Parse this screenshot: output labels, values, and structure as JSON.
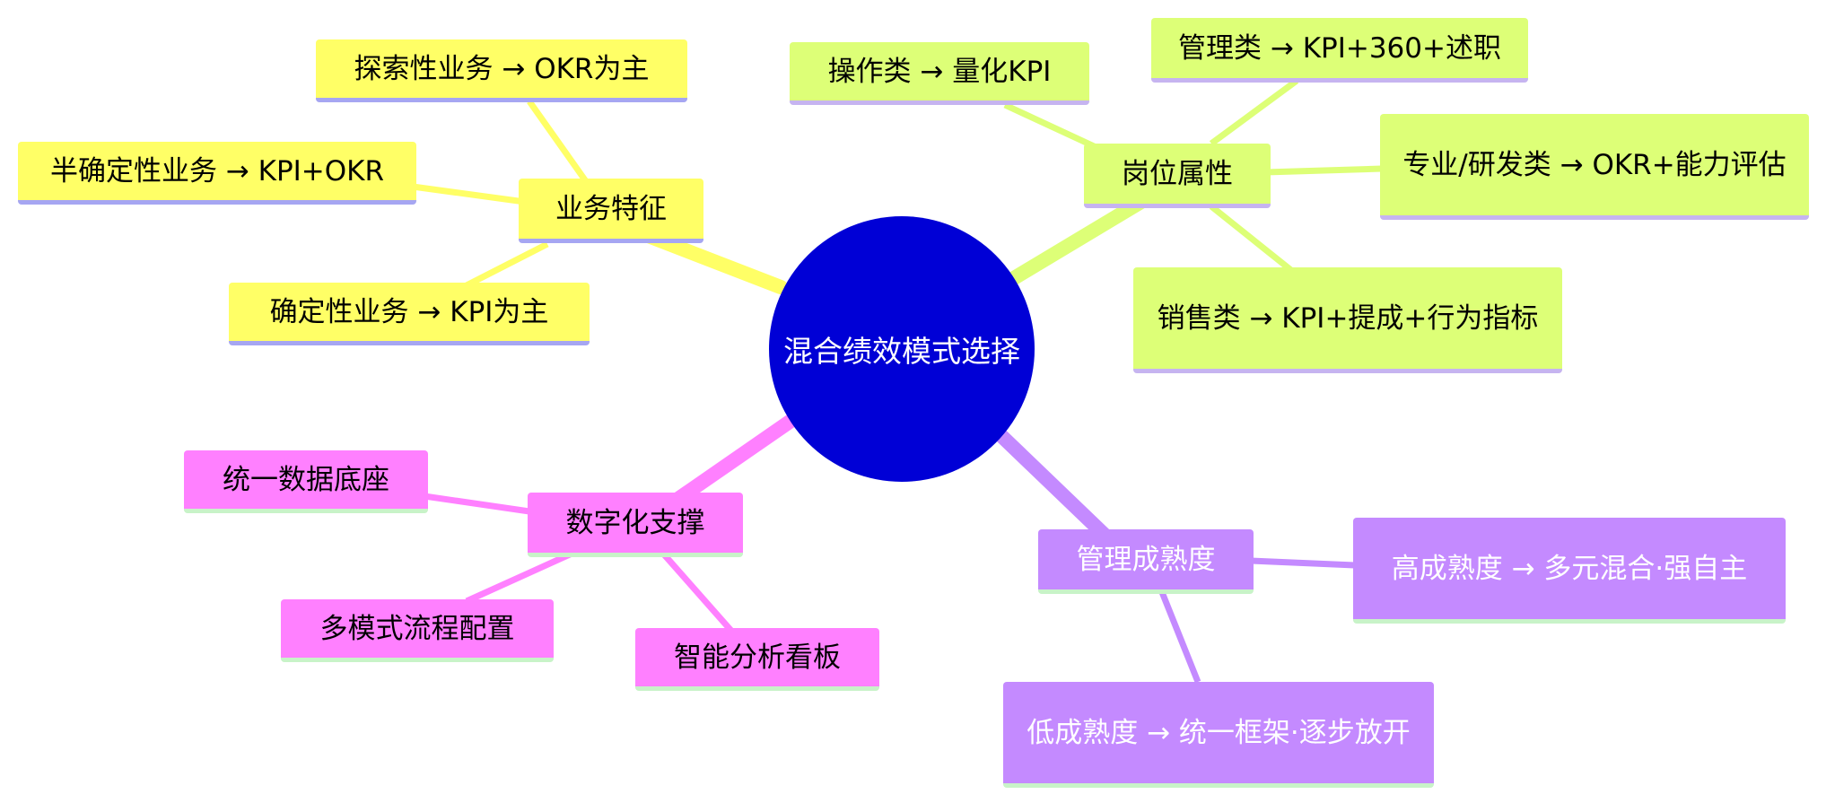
{
  "center": {
    "label": "混合绩效模式选择",
    "color": "#0000d6"
  },
  "branches": {
    "business": {
      "label": "业务特征",
      "color": "#ffff66",
      "children": [
        "探索性业务 → OKR为主",
        "半确定性业务 → KPI+OKR",
        "确定性业务 → KPI为主"
      ]
    },
    "position": {
      "label": "岗位属性",
      "color": "#ddff77",
      "children": [
        "操作类 → 量化KPI",
        "管理类 → KPI+360+述职",
        "专业/研发类 → OKR+能力评估",
        "销售类 → KPI+提成+行为指标"
      ]
    },
    "digital": {
      "label": "数字化支撑",
      "color": "#ff80ff",
      "children": [
        "统一数据底座",
        "多模式流程配置",
        "智能分析看板"
      ]
    },
    "maturity": {
      "label": "管理成熟度",
      "color": "#c48aff",
      "children": [
        "高成熟度 → 多元混合·强自主",
        "低成熟度 → 统一框架·逐步放开"
      ]
    }
  }
}
